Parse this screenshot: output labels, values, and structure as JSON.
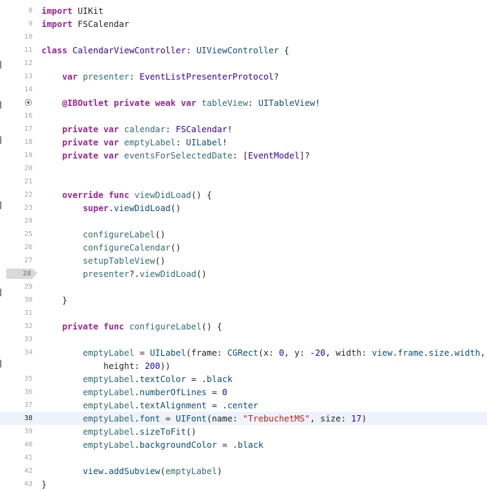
{
  "editor": {
    "lines": [
      {
        "num": "8",
        "segments": [
          {
            "t": "import",
            "c": "kw"
          },
          {
            "t": " UIKit",
            "c": "pl"
          }
        ]
      },
      {
        "num": "9",
        "segments": [
          {
            "t": "import",
            "c": "kw"
          },
          {
            "t": " FSCalendar",
            "c": "pl"
          }
        ]
      },
      {
        "num": "10",
        "segments": []
      },
      {
        "num": "11",
        "segments": [
          {
            "t": "class",
            "c": "kw"
          },
          {
            "t": " ",
            "c": "pl"
          },
          {
            "t": "CalendarViewController",
            "c": "ty"
          },
          {
            "t": ": ",
            "c": "pl"
          },
          {
            "t": "UIViewController",
            "c": "pty"
          },
          {
            "t": " {",
            "c": "pl"
          }
        ]
      },
      {
        "num": "12",
        "segments": []
      },
      {
        "num": "13",
        "segments": [
          {
            "t": "    ",
            "c": "pl"
          },
          {
            "t": "var",
            "c": "kw"
          },
          {
            "t": " ",
            "c": "pl"
          },
          {
            "t": "presenter",
            "c": "id"
          },
          {
            "t": ": ",
            "c": "pl"
          },
          {
            "t": "EventListPresenterProtocol",
            "c": "ty"
          },
          {
            "t": "?",
            "c": "pl"
          }
        ]
      },
      {
        "num": "14",
        "segments": []
      },
      {
        "num": "",
        "outlet": true,
        "segments": [
          {
            "t": "    ",
            "c": "pl"
          },
          {
            "t": "@IBOutlet",
            "c": "kw"
          },
          {
            "t": " ",
            "c": "pl"
          },
          {
            "t": "private",
            "c": "kw"
          },
          {
            "t": " ",
            "c": "pl"
          },
          {
            "t": "weak",
            "c": "kw"
          },
          {
            "t": " ",
            "c": "pl"
          },
          {
            "t": "var",
            "c": "kw"
          },
          {
            "t": " ",
            "c": "pl"
          },
          {
            "t": "tableView",
            "c": "id"
          },
          {
            "t": ": ",
            "c": "pl"
          },
          {
            "t": "UITableView",
            "c": "pty"
          },
          {
            "t": "!",
            "c": "pl"
          }
        ]
      },
      {
        "num": "16",
        "segments": []
      },
      {
        "num": "17",
        "segments": [
          {
            "t": "    ",
            "c": "pl"
          },
          {
            "t": "private",
            "c": "kw"
          },
          {
            "t": " ",
            "c": "pl"
          },
          {
            "t": "var",
            "c": "kw"
          },
          {
            "t": " ",
            "c": "pl"
          },
          {
            "t": "calendar",
            "c": "id"
          },
          {
            "t": ": ",
            "c": "pl"
          },
          {
            "t": "FSCalendar",
            "c": "ty"
          },
          {
            "t": "!",
            "c": "pl"
          }
        ]
      },
      {
        "num": "18",
        "segments": [
          {
            "t": "    ",
            "c": "pl"
          },
          {
            "t": "private",
            "c": "kw"
          },
          {
            "t": " ",
            "c": "pl"
          },
          {
            "t": "var",
            "c": "kw"
          },
          {
            "t": " ",
            "c": "pl"
          },
          {
            "t": "emptyLabel",
            "c": "id"
          },
          {
            "t": ": ",
            "c": "pl"
          },
          {
            "t": "UILabel",
            "c": "pty"
          },
          {
            "t": "!",
            "c": "pl"
          }
        ]
      },
      {
        "num": "19",
        "segments": [
          {
            "t": "    ",
            "c": "pl"
          },
          {
            "t": "private",
            "c": "kw"
          },
          {
            "t": " ",
            "c": "pl"
          },
          {
            "t": "var",
            "c": "kw"
          },
          {
            "t": " ",
            "c": "pl"
          },
          {
            "t": "eventsForSelectedDate",
            "c": "id"
          },
          {
            "t": ": [",
            "c": "pl"
          },
          {
            "t": "EventModel",
            "c": "ty"
          },
          {
            "t": "]?",
            "c": "pl"
          }
        ]
      },
      {
        "num": "20",
        "segments": []
      },
      {
        "num": "21",
        "segments": []
      },
      {
        "num": "22",
        "segments": [
          {
            "t": "    ",
            "c": "pl"
          },
          {
            "t": "override",
            "c": "kw"
          },
          {
            "t": " ",
            "c": "pl"
          },
          {
            "t": "func",
            "c": "kw"
          },
          {
            "t": " ",
            "c": "pl"
          },
          {
            "t": "viewDidLoad",
            "c": "fn"
          },
          {
            "t": "() {",
            "c": "pl"
          }
        ]
      },
      {
        "num": "23",
        "segments": [
          {
            "t": "        ",
            "c": "pl"
          },
          {
            "t": "super",
            "c": "kw"
          },
          {
            "t": ".",
            "c": "pl"
          },
          {
            "t": "viewDidLoad",
            "c": "pty"
          },
          {
            "t": "()",
            "c": "pl"
          }
        ]
      },
      {
        "num": "24",
        "segments": []
      },
      {
        "num": "25",
        "segments": [
          {
            "t": "        ",
            "c": "pl"
          },
          {
            "t": "configureLabel",
            "c": "fn"
          },
          {
            "t": "()",
            "c": "pl"
          }
        ]
      },
      {
        "num": "26",
        "segments": [
          {
            "t": "        ",
            "c": "pl"
          },
          {
            "t": "configureCalendar",
            "c": "fn"
          },
          {
            "t": "()",
            "c": "pl"
          }
        ]
      },
      {
        "num": "27",
        "segments": [
          {
            "t": "        ",
            "c": "pl"
          },
          {
            "t": "setupTableView",
            "c": "fn"
          },
          {
            "t": "()",
            "c": "pl"
          }
        ]
      },
      {
        "num": "28",
        "breakpoint": true,
        "segments": [
          {
            "t": "        ",
            "c": "pl"
          },
          {
            "t": "presenter",
            "c": "id"
          },
          {
            "t": "?.",
            "c": "pl"
          },
          {
            "t": "viewDidLoad",
            "c": "fn"
          },
          {
            "t": "()",
            "c": "pl"
          }
        ]
      },
      {
        "num": "29",
        "segments": []
      },
      {
        "num": "30",
        "segments": [
          {
            "t": "    }",
            "c": "pl"
          }
        ]
      },
      {
        "num": "31",
        "segments": []
      },
      {
        "num": "32",
        "segments": [
          {
            "t": "    ",
            "c": "pl"
          },
          {
            "t": "private",
            "c": "kw"
          },
          {
            "t": " ",
            "c": "pl"
          },
          {
            "t": "func",
            "c": "kw"
          },
          {
            "t": " ",
            "c": "pl"
          },
          {
            "t": "configureLabel",
            "c": "fn"
          },
          {
            "t": "() {",
            "c": "pl"
          }
        ]
      },
      {
        "num": "33",
        "segments": []
      },
      {
        "num": "34",
        "segments": [
          {
            "t": "        ",
            "c": "pl"
          },
          {
            "t": "emptyLabel",
            "c": "id"
          },
          {
            "t": " = ",
            "c": "pl"
          },
          {
            "t": "UILabel",
            "c": "pty"
          },
          {
            "t": "(frame: ",
            "c": "pl"
          },
          {
            "t": "CGRect",
            "c": "pty"
          },
          {
            "t": "(x: ",
            "c": "pl"
          },
          {
            "t": "0",
            "c": "num"
          },
          {
            "t": ", y: ",
            "c": "pl"
          },
          {
            "t": "-20",
            "c": "num"
          },
          {
            "t": ", width: ",
            "c": "pl"
          },
          {
            "t": "view",
            "c": "pty"
          },
          {
            "t": ".",
            "c": "pl"
          },
          {
            "t": "frame",
            "c": "pty"
          },
          {
            "t": ".",
            "c": "pl"
          },
          {
            "t": "size",
            "c": "pty"
          },
          {
            "t": ".",
            "c": "pl"
          },
          {
            "t": "width",
            "c": "pty"
          },
          {
            "t": ",",
            "c": "pl"
          }
        ]
      },
      {
        "num": "",
        "segments": [
          {
            "t": "            height: ",
            "c": "pl"
          },
          {
            "t": "200",
            "c": "num"
          },
          {
            "t": "))",
            "c": "pl"
          }
        ]
      },
      {
        "num": "35",
        "segments": [
          {
            "t": "        ",
            "c": "pl"
          },
          {
            "t": "emptyLabel",
            "c": "id"
          },
          {
            "t": ".",
            "c": "pl"
          },
          {
            "t": "textColor",
            "c": "pty"
          },
          {
            "t": " = .",
            "c": "pl"
          },
          {
            "t": "black",
            "c": "pty"
          }
        ]
      },
      {
        "num": "36",
        "segments": [
          {
            "t": "        ",
            "c": "pl"
          },
          {
            "t": "emptyLabel",
            "c": "id"
          },
          {
            "t": ".",
            "c": "pl"
          },
          {
            "t": "numberOfLines",
            "c": "pty"
          },
          {
            "t": " = ",
            "c": "pl"
          },
          {
            "t": "0",
            "c": "num"
          }
        ]
      },
      {
        "num": "37",
        "segments": [
          {
            "t": "        ",
            "c": "pl"
          },
          {
            "t": "emptyLabel",
            "c": "id"
          },
          {
            "t": ".",
            "c": "pl"
          },
          {
            "t": "textAlignment",
            "c": "pty"
          },
          {
            "t": " = .",
            "c": "pl"
          },
          {
            "t": "center",
            "c": "pty"
          }
        ]
      },
      {
        "num": "38",
        "current": true,
        "segments": [
          {
            "t": "        ",
            "c": "pl"
          },
          {
            "t": "emptyLabel",
            "c": "id"
          },
          {
            "t": ".",
            "c": "pl"
          },
          {
            "t": "font",
            "c": "pty"
          },
          {
            "t": " = ",
            "c": "pl"
          },
          {
            "t": "UIFont",
            "c": "pty"
          },
          {
            "t": "(name: ",
            "c": "pl"
          },
          {
            "t": "\"TrebuchetMS\"",
            "c": "str"
          },
          {
            "t": ", size: ",
            "c": "pl"
          },
          {
            "t": "17",
            "c": "num"
          },
          {
            "t": ")",
            "c": "pl"
          }
        ]
      },
      {
        "num": "39",
        "segments": [
          {
            "t": "        ",
            "c": "pl"
          },
          {
            "t": "emptyLabel",
            "c": "id"
          },
          {
            "t": ".",
            "c": "pl"
          },
          {
            "t": "sizeToFit",
            "c": "pty"
          },
          {
            "t": "()",
            "c": "pl"
          }
        ]
      },
      {
        "num": "40",
        "segments": [
          {
            "t": "        ",
            "c": "pl"
          },
          {
            "t": "emptyLabel",
            "c": "id"
          },
          {
            "t": ".",
            "c": "pl"
          },
          {
            "t": "backgroundColor",
            "c": "pty"
          },
          {
            "t": " = .",
            "c": "pl"
          },
          {
            "t": "black",
            "c": "pty"
          }
        ]
      },
      {
        "num": "41",
        "segments": []
      },
      {
        "num": "42",
        "segments": [
          {
            "t": "        ",
            "c": "pl"
          },
          {
            "t": "view",
            "c": "pty"
          },
          {
            "t": ".",
            "c": "pl"
          },
          {
            "t": "addSubview",
            "c": "pty"
          },
          {
            "t": "(",
            "c": "pl"
          },
          {
            "t": "emptyLabel",
            "c": "id"
          },
          {
            "t": ")",
            "c": "pl"
          }
        ]
      },
      {
        "num": "43",
        "segments": [
          {
            "t": "}",
            "c": "pl"
          }
        ]
      }
    ]
  },
  "colors": {
    "keyword": "#9b2393",
    "project_type": "#3900a0",
    "platform_symbol": "#0b4f79",
    "identifier": "#326d74",
    "number": "#1c00cf",
    "string": "#c41a16",
    "current_line_bg": "#eef3fb",
    "line_number": "#a8a8a8"
  },
  "icons": {
    "outlet": "outlet-connection-icon",
    "breakpoint": "breakpoint-marker-icon"
  }
}
